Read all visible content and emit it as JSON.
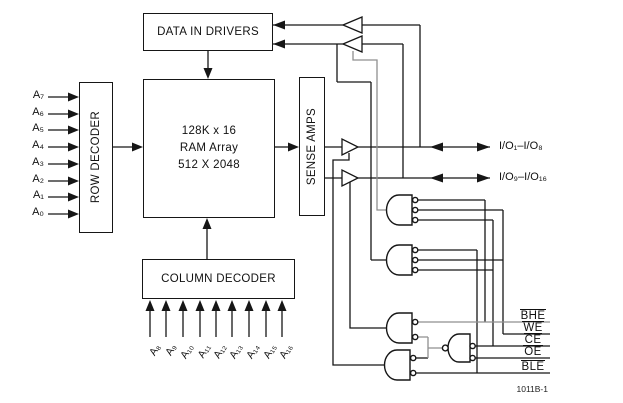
{
  "boxes": {
    "data_in_drivers": "DATA IN DRIVERS",
    "row_decoder": "ROW DECODER",
    "ram_line1": "128K x 16",
    "ram_line2": "RAM Array",
    "ram_line3": "512 X 2048",
    "sense_amps": "SENSE AMPS",
    "column_decoder": "COLUMN DECODER"
  },
  "left_inputs": [
    "A₇",
    "A₆",
    "A₅",
    "A₄",
    "A₃",
    "A₂",
    "A₁",
    "A₀"
  ],
  "bottom_inputs": [
    "A₈",
    "A₉",
    "A₁₀",
    "A₁₁",
    "A₁₂",
    "A₁₃",
    "A₁₄",
    "A₁₅",
    "A₁₆"
  ],
  "io_labels": [
    "I/O₁–I/O₈",
    "I/O₉–I/O₁₆"
  ],
  "control_signals": [
    "BHE",
    "WE",
    "CE",
    "OE",
    "BLE"
  ],
  "control_signals_active_low": true,
  "figure_number": "1011B-1",
  "colors": {
    "line": "#161616",
    "gray_line": "#8f8f8f",
    "background": "#ffffff"
  }
}
